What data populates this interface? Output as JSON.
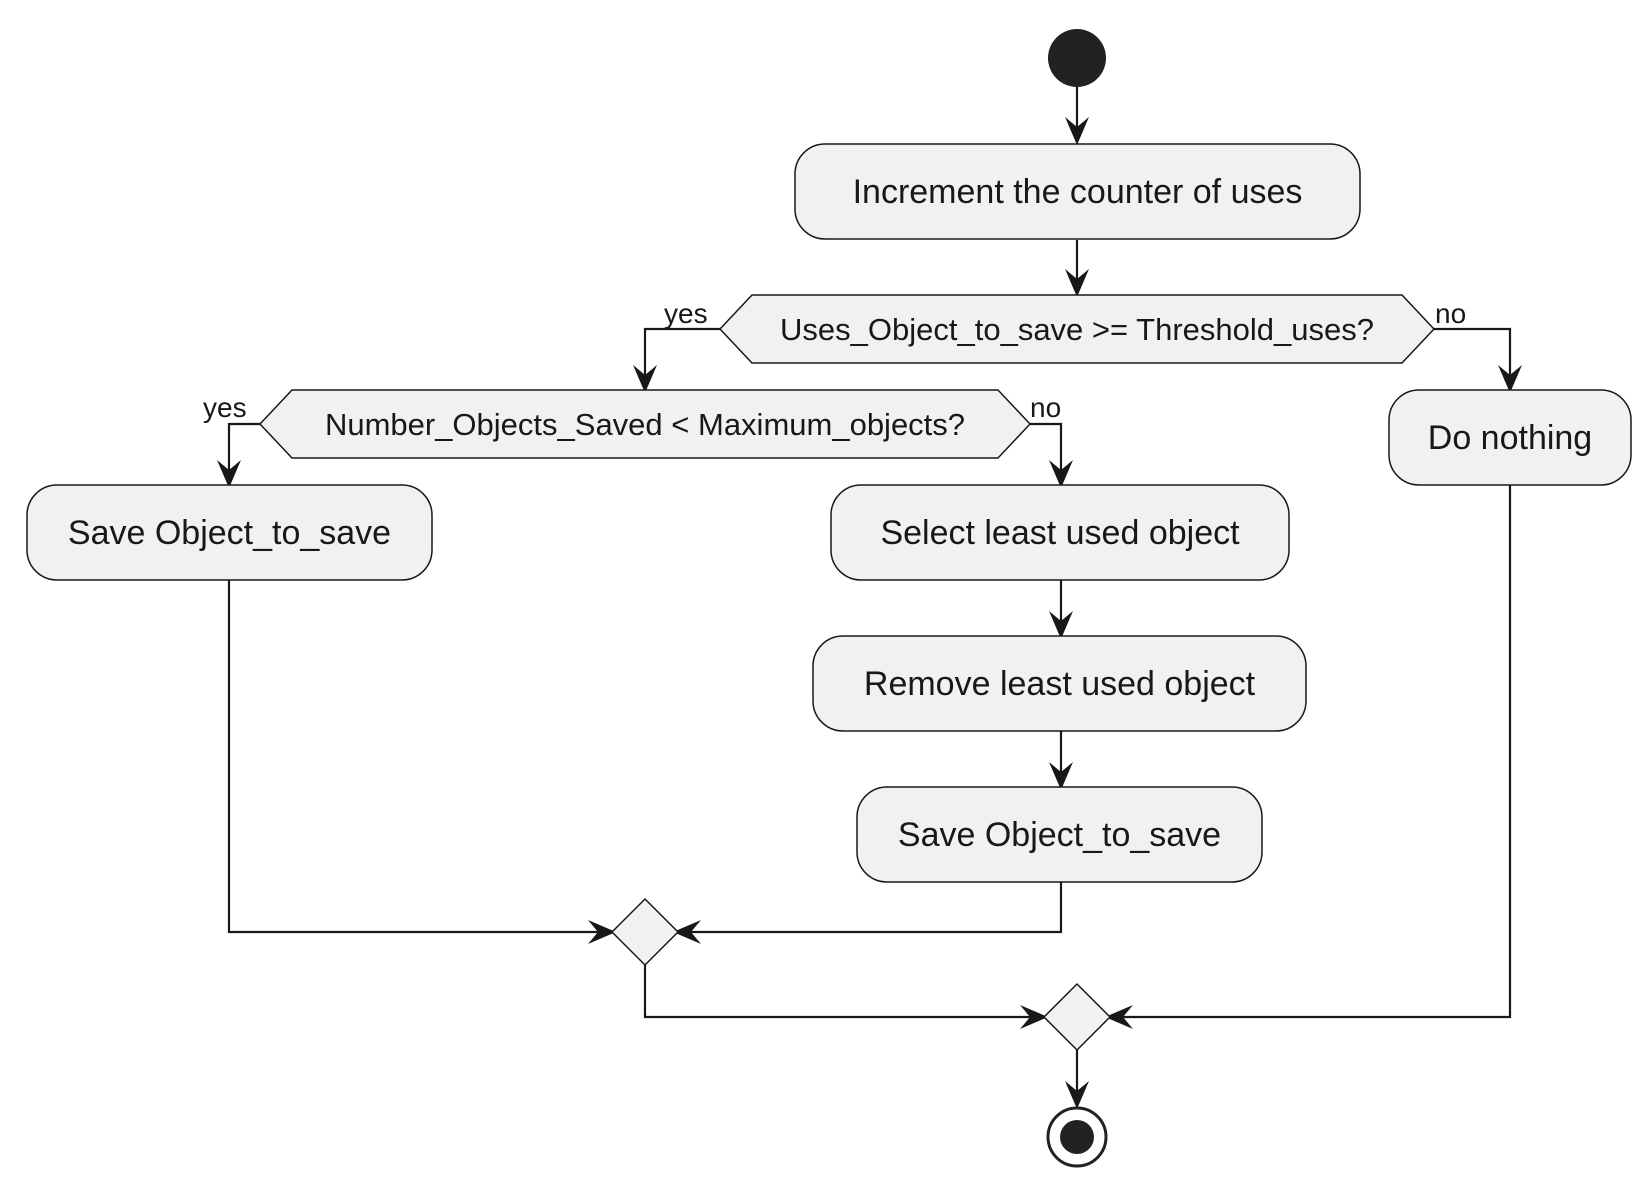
{
  "diagram": {
    "actions": {
      "increment": "Increment the counter of uses",
      "save_direct": "Save Object_to_save",
      "select_least": "Select least used object",
      "remove_least": "Remove least used object",
      "save_after_remove": "Save Object_to_save",
      "do_nothing": "Do nothing"
    },
    "decisions": {
      "threshold": "Uses_Object_to_save >= Threshold_uses?",
      "capacity": "Number_Objects_Saved < Maximum_objects?"
    },
    "branches": {
      "threshold_yes": "yes",
      "threshold_no": "no",
      "capacity_yes": "yes",
      "capacity_no": "no"
    },
    "colors": {
      "node_fill": "#f1f1f1",
      "stroke": "#181818",
      "background": "#ffffff"
    }
  }
}
